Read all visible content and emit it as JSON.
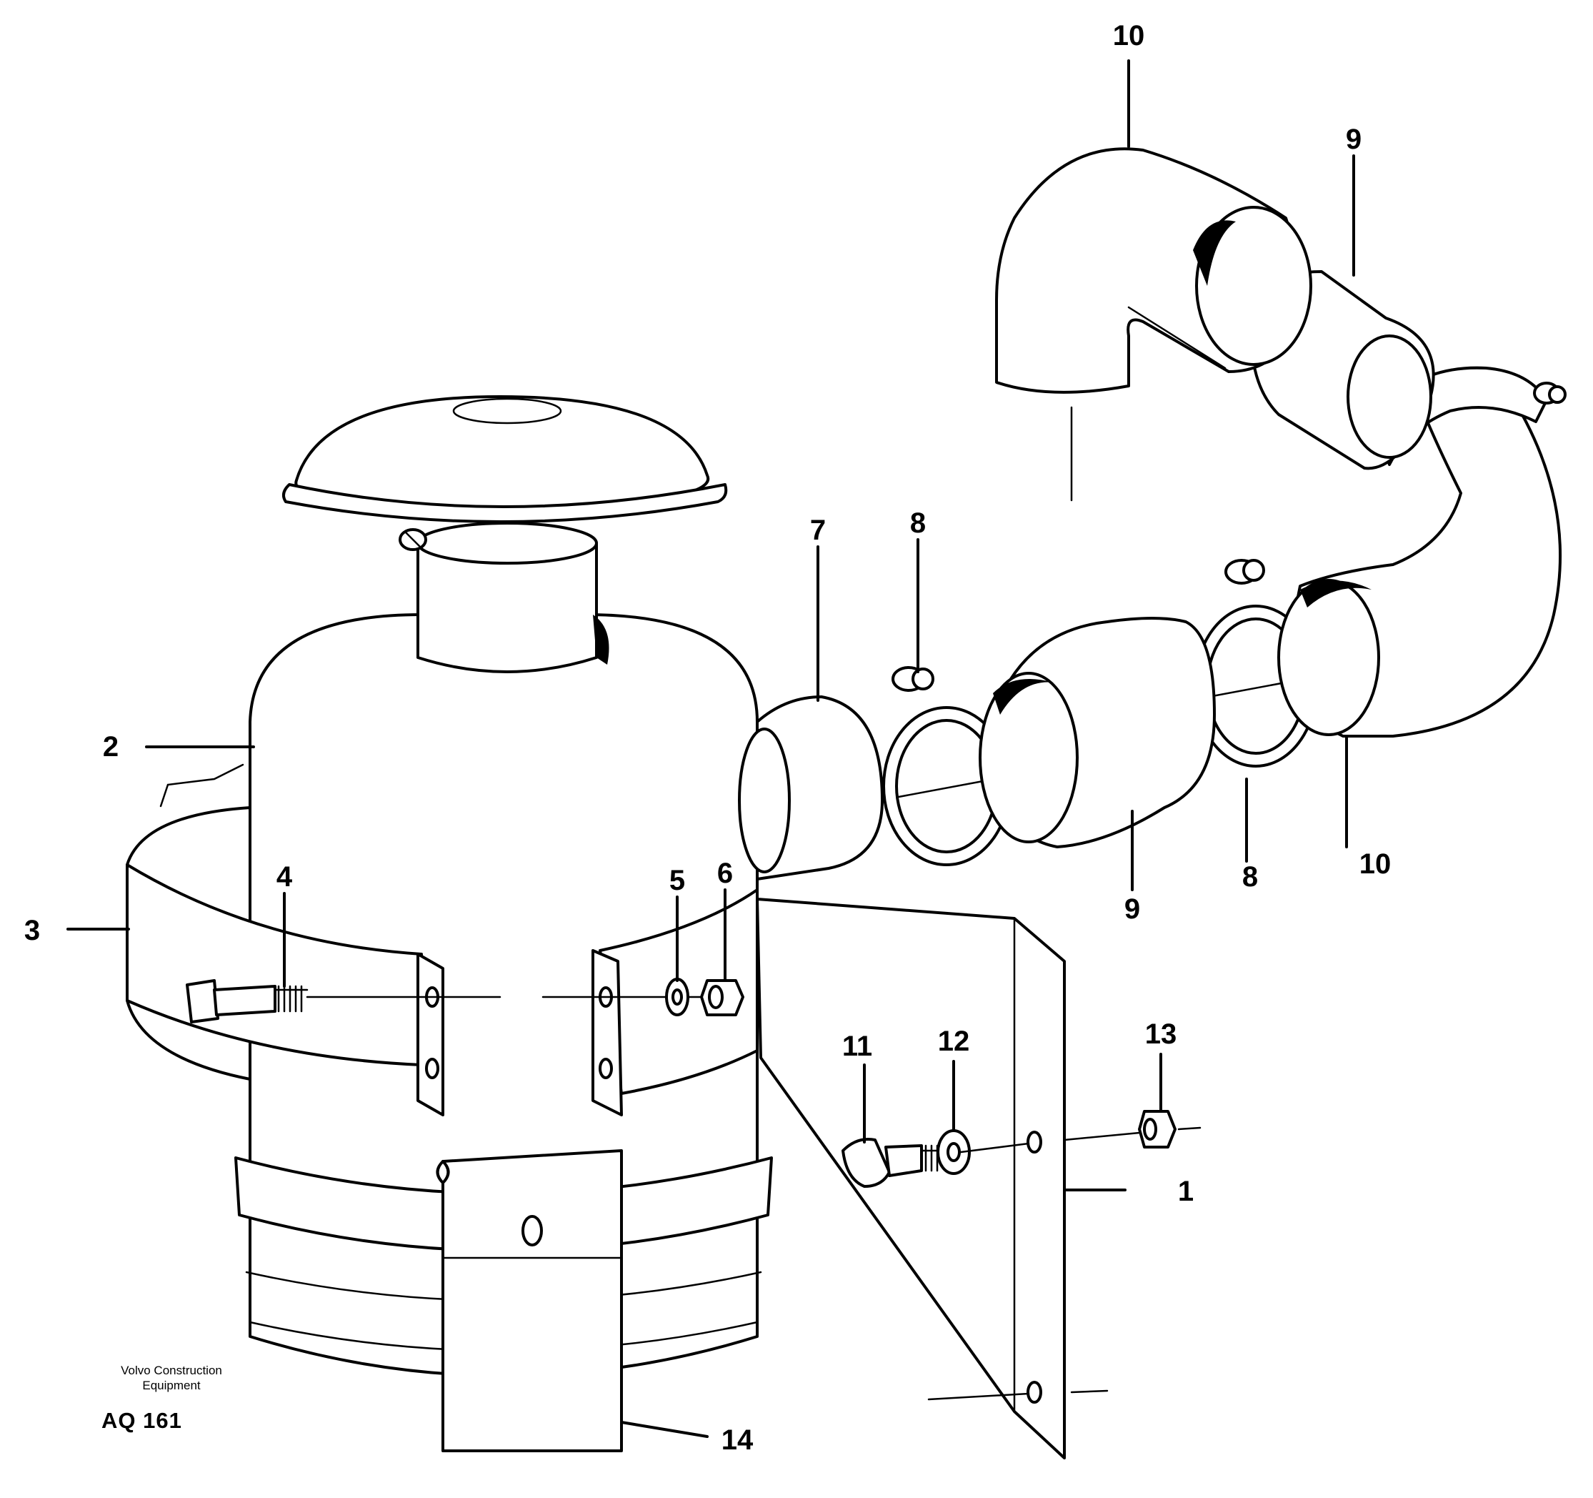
{
  "diagram": {
    "publisher": "Volvo Construction",
    "publisher_line2": "Equipment",
    "figure_code": "AQ 161",
    "callouts": {
      "c1": "1",
      "c2": "2",
      "c3": "3",
      "c4": "4",
      "c5": "5",
      "c6": "6",
      "c7": "7",
      "c8a": "8",
      "c8b": "8",
      "c9a": "9",
      "c9b": "9",
      "c10a": "10",
      "c10b": "10",
      "c11": "11",
      "c12": "12",
      "c13": "13",
      "c14": "14"
    }
  }
}
